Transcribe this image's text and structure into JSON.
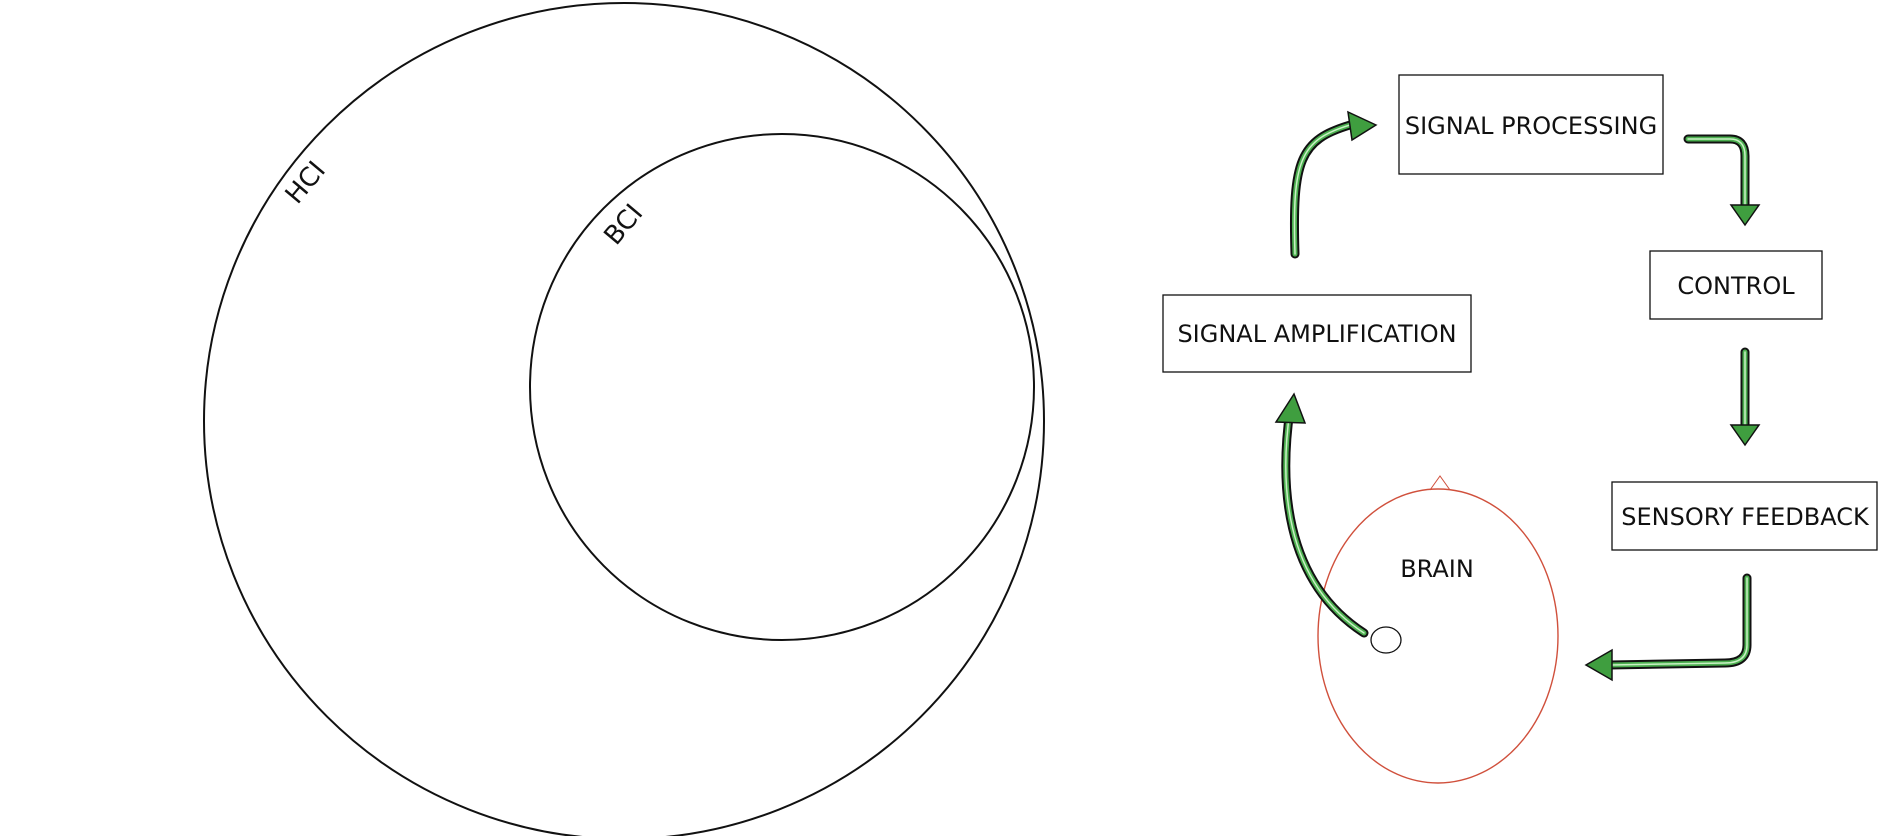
{
  "venn": {
    "outer_label": "HCI",
    "inner_label": "BCI"
  },
  "cycle": {
    "boxes": {
      "signal_processing": "SIGNAL PROCESSING",
      "control": "CONTROL",
      "sensory_feedback": "SENSORY FEEDBACK",
      "signal_amplification": "SIGNAL AMPLIFICATION"
    },
    "brain_label": "BRAIN"
  },
  "colors": {
    "stroke": "#111111",
    "arrow_fill": "#3f9e3f",
    "arrow_highlight": "#c9f0c4",
    "brain_outline": "#d0503c"
  }
}
